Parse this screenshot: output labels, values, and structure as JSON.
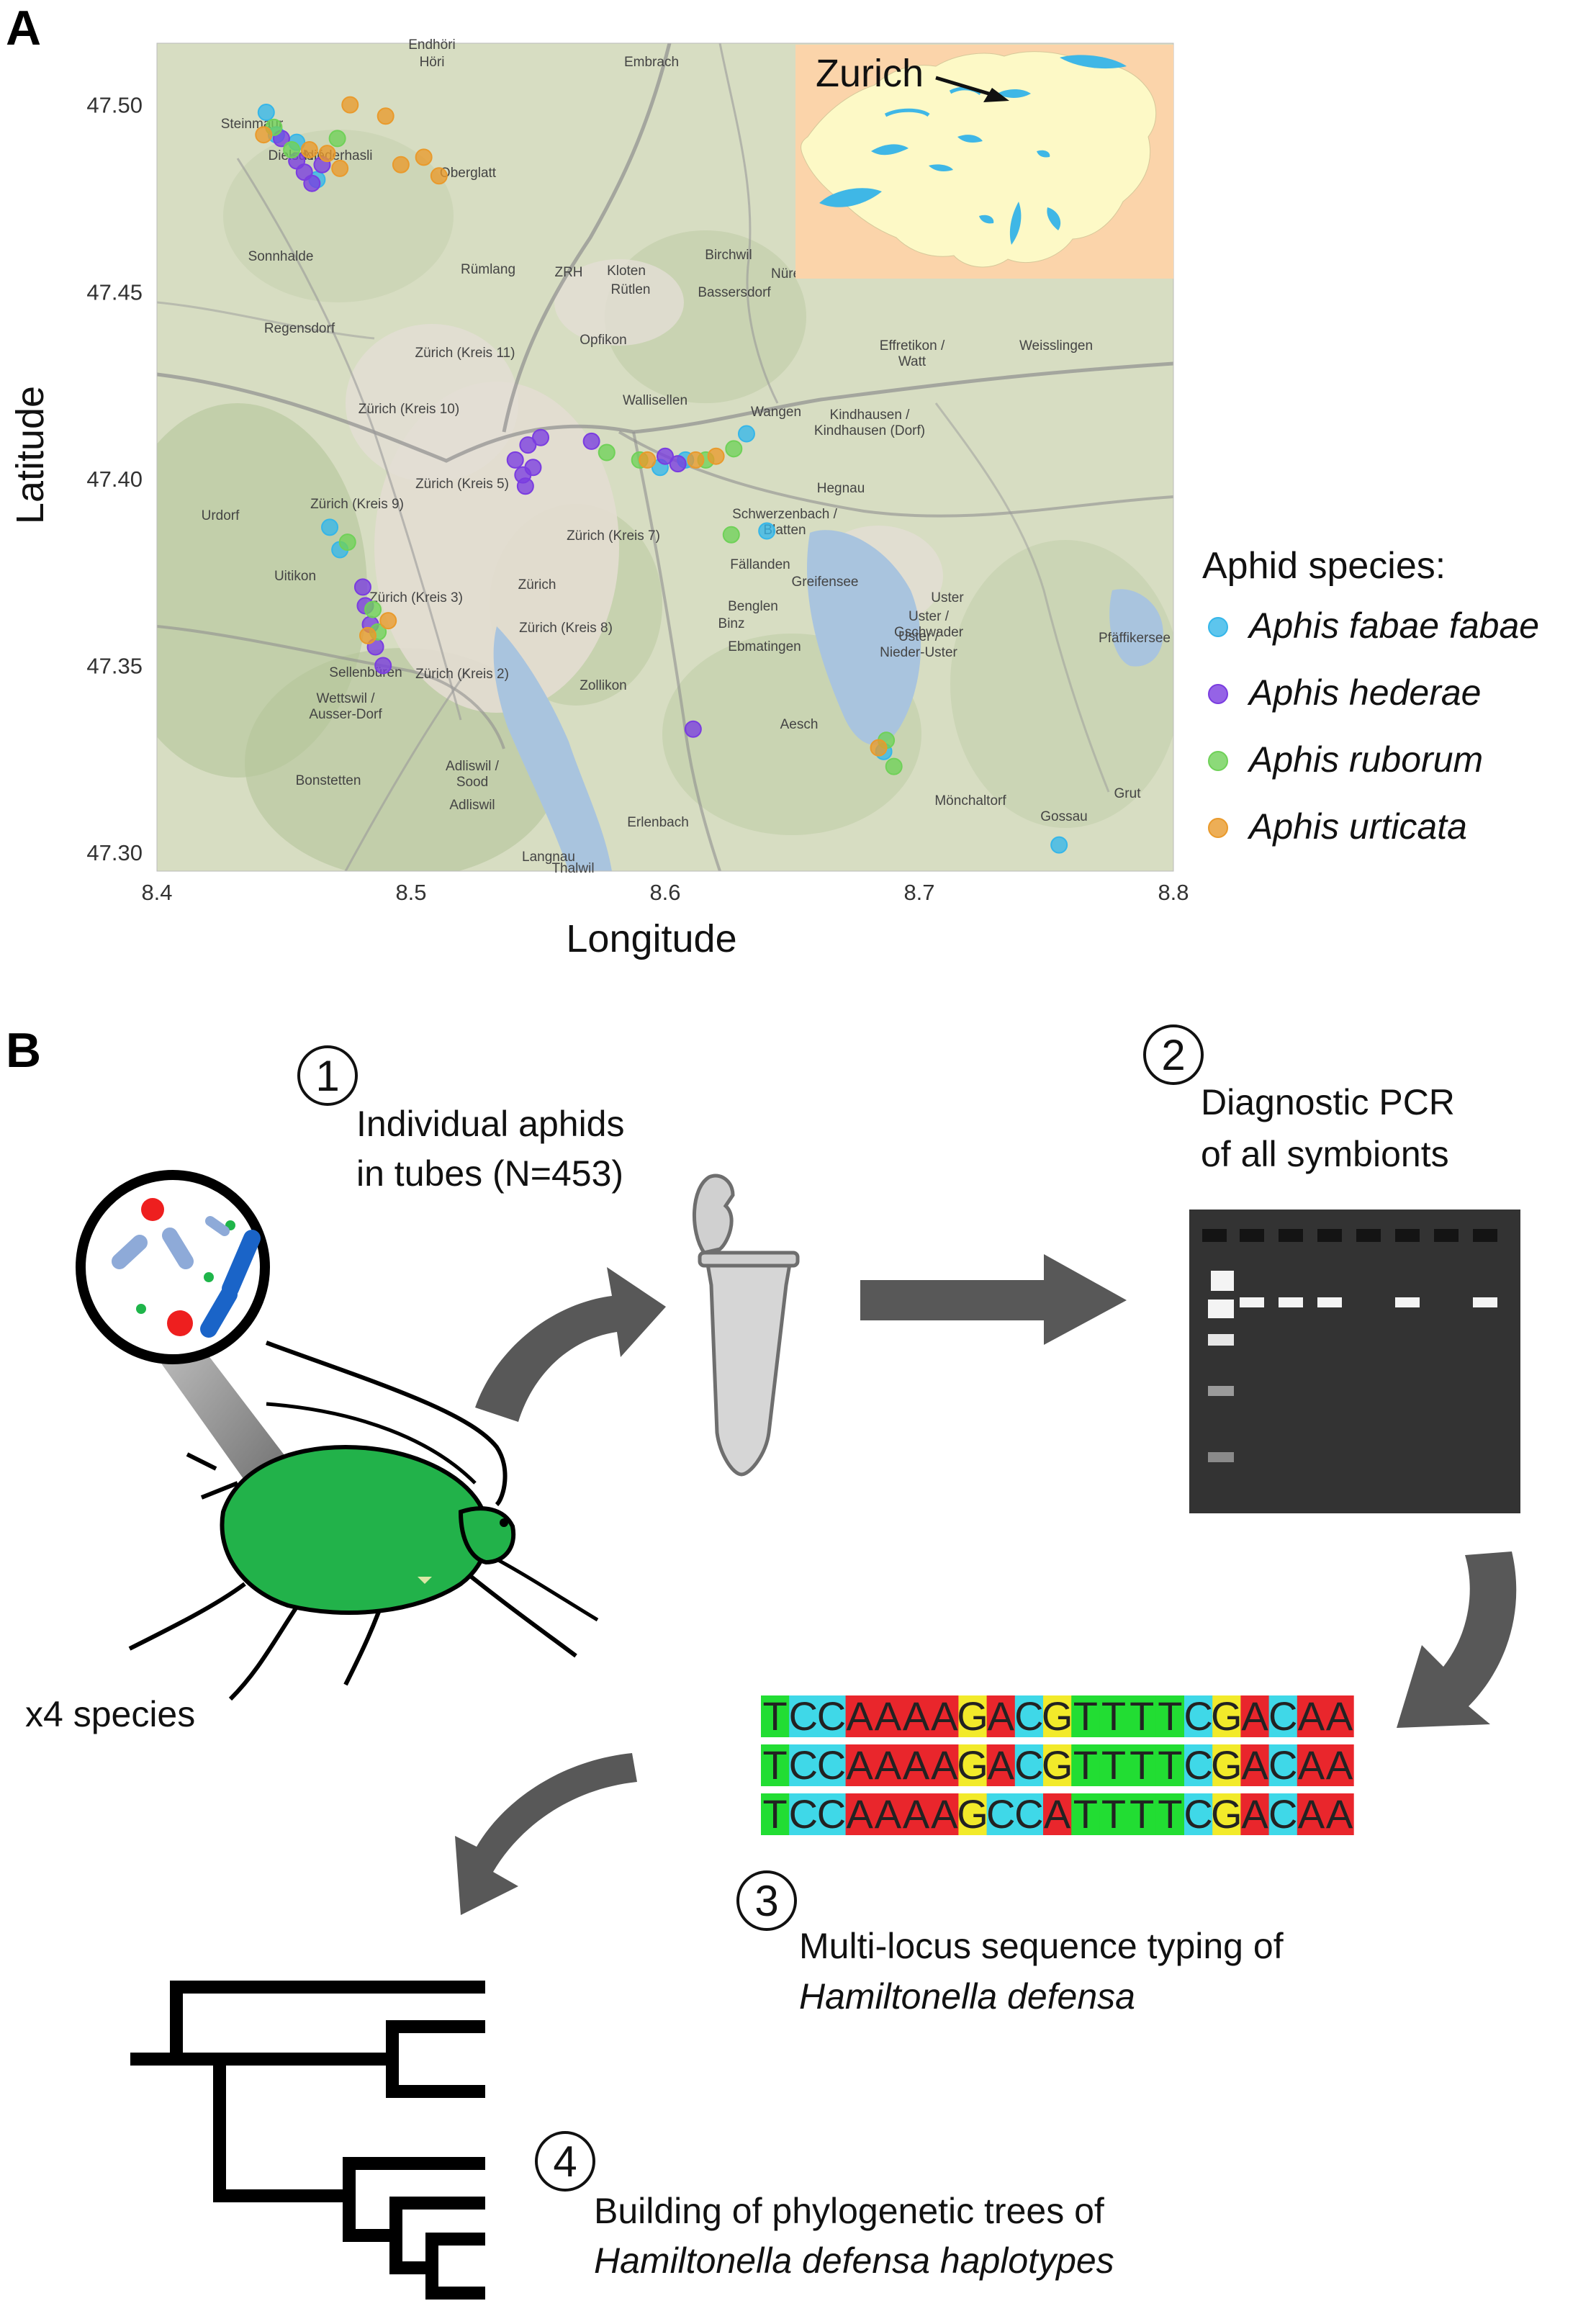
{
  "panel_a_label": "A",
  "panel_b_label": "B",
  "map": {
    "xlabel": "Longitude",
    "ylabel": "Latitude",
    "inset_label": "Zurich",
    "place_labels": [
      "Embrach",
      "Höri",
      "Endhöri",
      "Niederhasli",
      "Oberglatt",
      "Dielsdorf",
      "Steinmaur",
      "Sonnhalde",
      "Rümlang",
      "Kloten",
      "Rütlen",
      "Birchwil",
      "Nürensdorf",
      "Bassersdorf",
      "Regensdorf",
      "Opfikon",
      "Effretikon / Watt",
      "Weisslingen",
      "Zürich (Kreis 11)",
      "Wallisellen",
      "Wangen",
      "Kindhausen / Kindhausen (Dorf)",
      "Zürich (Kreis 10)",
      "Zürich (Kreis 5)",
      "Zürich (Kreis 9)",
      "Urdorf",
      "Uitikon",
      "Hegnau",
      "Schwerzenbach / Blatten",
      "Zürich (Kreis 7)",
      "Zürich",
      "Fällanden",
      "Greifensee",
      "Uster",
      "Uster / Gschwader",
      "Benglen",
      "Binz",
      "Ebmatingen",
      "Uster / Nieder-Uster",
      "Sellenbüren",
      "Wettswil / Ausser-Dorf",
      "Zürich (Kreis 3)",
      "Zürich (Kreis 8)",
      "Zürich (Kreis 2)",
      "Zollikon",
      "Aesch",
      "Bonstetten",
      "Adliswil / Sood",
      "Adliswil",
      "Erlenbach",
      "Mönchaltorf",
      "Gossau",
      "Langnau",
      "Thalwil",
      "Grut",
      "Pfäffikersee",
      "ZRH"
    ]
  },
  "chart_data": {
    "type": "scatter",
    "title": "",
    "xlabel": "Longitude",
    "ylabel": "Latitude",
    "xlim": [
      8.4,
      8.8
    ],
    "ylim": [
      47.295,
      47.5165
    ],
    "xticks": [
      "8.4",
      "8.5",
      "8.6",
      "8.7",
      "8.8"
    ],
    "yticks": [
      "47.30",
      "47.35",
      "47.40",
      "47.45",
      "47.50"
    ],
    "legend_title": "Aphid species:",
    "legend_position": "right",
    "series": [
      {
        "name": "Aphis fabae fabae",
        "color": "#35b6e9",
        "points": [
          [
            8.443,
            47.498
          ],
          [
            8.447,
            47.492
          ],
          [
            8.455,
            47.49
          ],
          [
            8.463,
            47.48
          ],
          [
            8.468,
            47.387
          ],
          [
            8.472,
            47.381
          ],
          [
            8.598,
            47.403
          ],
          [
            8.608,
            47.405
          ],
          [
            8.632,
            47.412
          ],
          [
            8.64,
            47.386
          ],
          [
            8.686,
            47.327
          ],
          [
            8.755,
            47.302
          ]
        ]
      },
      {
        "name": "Aphis hederae",
        "color": "#7a3ce0",
        "points": [
          [
            8.449,
            47.491
          ],
          [
            8.455,
            47.485
          ],
          [
            8.458,
            47.482
          ],
          [
            8.461,
            47.479
          ],
          [
            8.465,
            47.484
          ],
          [
            8.481,
            47.371
          ],
          [
            8.482,
            47.366
          ],
          [
            8.484,
            47.361
          ],
          [
            8.486,
            47.355
          ],
          [
            8.489,
            47.35
          ],
          [
            8.541,
            47.405
          ],
          [
            8.544,
            47.401
          ],
          [
            8.546,
            47.409
          ],
          [
            8.548,
            47.403
          ],
          [
            8.551,
            47.411
          ],
          [
            8.545,
            47.398
          ],
          [
            8.571,
            47.41
          ],
          [
            8.6,
            47.406
          ],
          [
            8.605,
            47.404
          ],
          [
            8.611,
            47.333
          ]
        ]
      },
      {
        "name": "Aphis ruborum",
        "color": "#6fd158",
        "points": [
          [
            8.446,
            47.494
          ],
          [
            8.453,
            47.488
          ],
          [
            8.471,
            47.491
          ],
          [
            8.475,
            47.383
          ],
          [
            8.485,
            47.365
          ],
          [
            8.487,
            47.359
          ],
          [
            8.577,
            47.407
          ],
          [
            8.59,
            47.405
          ],
          [
            8.616,
            47.405
          ],
          [
            8.627,
            47.408
          ],
          [
            8.626,
            47.385
          ],
          [
            8.687,
            47.33
          ],
          [
            8.69,
            47.323
          ]
        ]
      },
      {
        "name": "Aphis urticata",
        "color": "#e99a2c",
        "points": [
          [
            8.442,
            47.492
          ],
          [
            8.46,
            47.488
          ],
          [
            8.467,
            47.487
          ],
          [
            8.472,
            47.483
          ],
          [
            8.476,
            47.5
          ],
          [
            8.49,
            47.497
          ],
          [
            8.496,
            47.484
          ],
          [
            8.505,
            47.486
          ],
          [
            8.511,
            47.481
          ],
          [
            8.483,
            47.358
          ],
          [
            8.491,
            47.362
          ],
          [
            8.593,
            47.405
          ],
          [
            8.612,
            47.405
          ],
          [
            8.62,
            47.406
          ],
          [
            8.684,
            47.328
          ]
        ]
      }
    ]
  },
  "workflow": {
    "step1": {
      "num": "1",
      "line1": "Individual aphids",
      "line2": "in tubes (N=453)"
    },
    "step2": {
      "num": "2",
      "line1": "Diagnostic PCR",
      "line2": "of all symbionts"
    },
    "step3": {
      "num": "3",
      "line1": "Multi-locus sequence typing of",
      "line2": "Hamiltonella defensa"
    },
    "step4": {
      "num": "4",
      "line1": "Building of phylogenetic trees of",
      "line2": "Hamiltonella defensa haplotypes"
    },
    "species_note": "x4 species",
    "sequences": [
      "TCCAAAAGACGTTTTCGACAA",
      "TCCAAAAGACGTTTTCGACAA",
      "TCCAAAAGCCATTTTCGACAA"
    ],
    "base_colors": {
      "T": "#22dd33",
      "C": "#3fd8e8",
      "A": "#e9262c",
      "G": "#f2ea2a"
    },
    "gel_bands": [
      1,
      1,
      1,
      0,
      1,
      0,
      1
    ]
  }
}
